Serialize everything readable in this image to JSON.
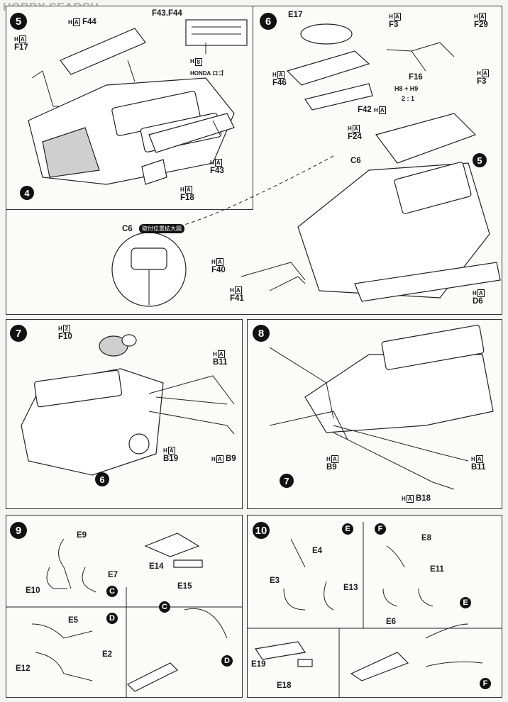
{
  "watermark": "HOBBY SEARCH",
  "steps": [
    "5",
    "6",
    "7",
    "8",
    "9",
    "10"
  ],
  "section_letters": {
    "c": "C",
    "d": "D",
    "e": "E",
    "f": "F"
  },
  "parts": {
    "f44": "F44",
    "f43f44": "F43.F44",
    "f17": "F17",
    "f43": "F43",
    "f18": "F18",
    "n4": "4",
    "e17": "E17",
    "f46": "F46",
    "f42": "F42",
    "f3a": "F3",
    "f29": "F29",
    "f16": "F16",
    "f3b": "F3",
    "f24": "F24",
    "c6": "C6",
    "c6b": "C6",
    "f40": "F40",
    "f41": "F41",
    "d6": "D6",
    "n5": "5",
    "f10": "F10",
    "b11": "B11",
    "b19": "B19",
    "b9": "B9",
    "n6": "6",
    "b9b": "B9",
    "b11b": "B11",
    "b18": "B18",
    "n7": "7",
    "e9": "E9",
    "e7": "E7",
    "e10": "E10",
    "e14": "E14",
    "e15": "E15",
    "e5": "E5",
    "e12": "E12",
    "e2": "E2",
    "e4": "E4",
    "e3": "E3",
    "e13": "E13",
    "e8": "E8",
    "e11": "E11",
    "e6": "E6",
    "e19": "E19",
    "e18": "E18"
  },
  "honda_logo": "HONDA ロゴ",
  "callout": "取付位置拡大図",
  "ratio": {
    "a": "H8 + H9",
    "b": "2 : 1"
  },
  "h_marks": {
    "A": "A",
    "B8": "8",
    "B2": "2"
  }
}
